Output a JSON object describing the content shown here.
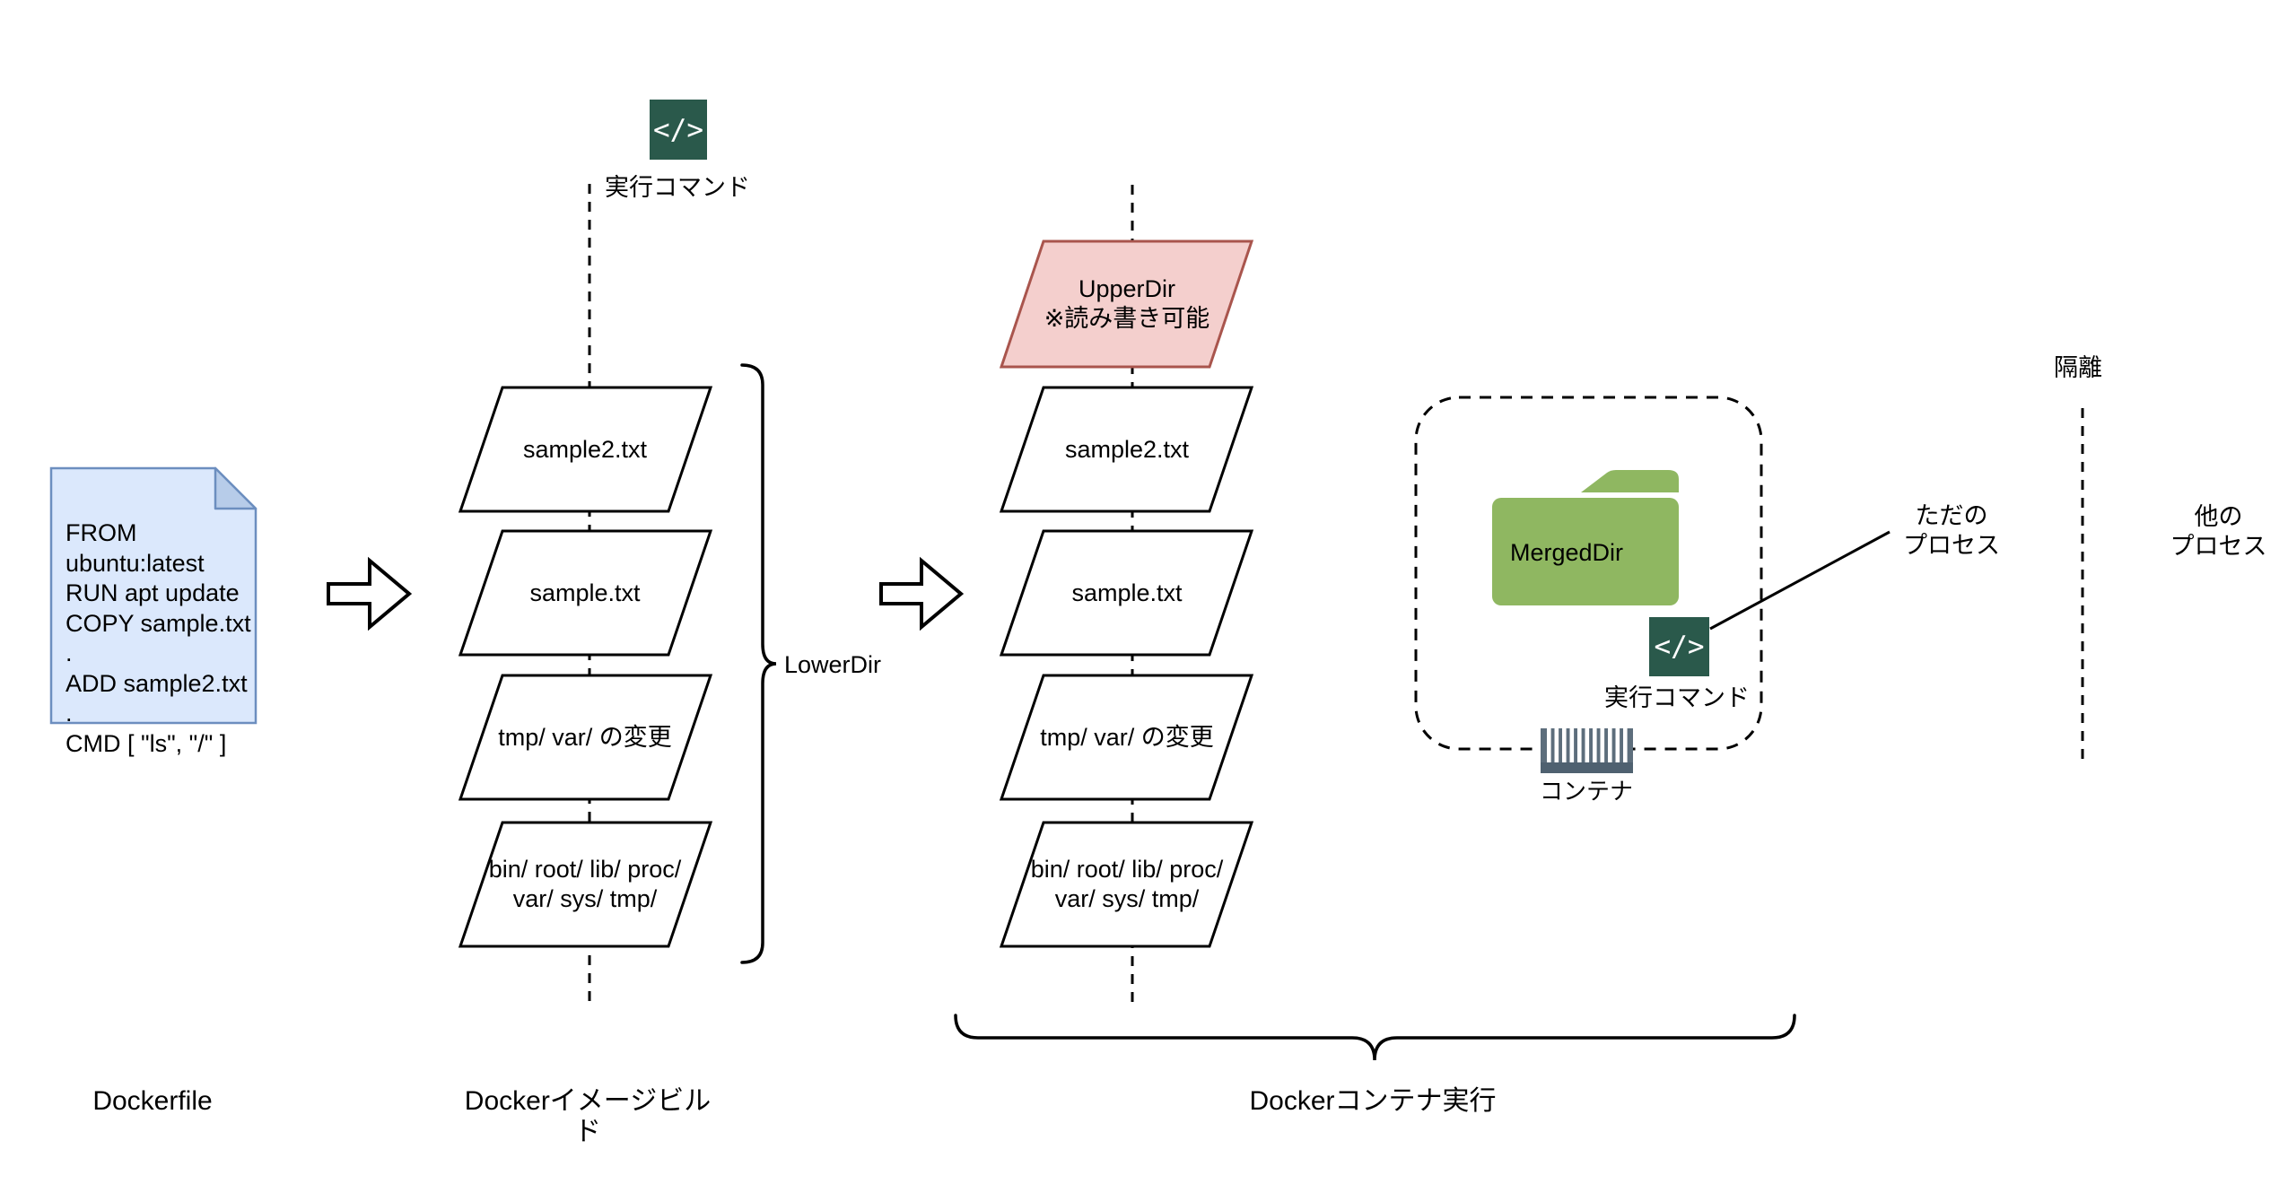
{
  "colors": {
    "dockerfile_fill": "#dbe8fc",
    "dockerfile_border": "#6c8ebf",
    "dockerfile_fold": "#b7cce9",
    "upperdir_fill": "#f4cfcd",
    "upperdir_border": "#a9554d",
    "exec_icon_bg": "#2a594b",
    "folder_green": "#8fb761",
    "container_gray": "#5d6e7c",
    "line_black": "#000000"
  },
  "dockerfile": {
    "code": "FROM ubuntu:latest\nRUN apt update\nCOPY sample.txt .\nADD sample2.txt .\nCMD [ \"ls\", \"/\" ]",
    "caption": "Dockerfile"
  },
  "build_column": {
    "exec_icon_glyph": "</>",
    "exec_label": "実行コマンド",
    "layers": [
      "sample2.txt",
      "sample.txt",
      "tmp/ var/ の変更",
      "bin/ root/ lib/ proc/\nvar/ sys/ tmp/"
    ],
    "brace_label": "LowerDir",
    "caption": "Dockerイメージビルド"
  },
  "run_column": {
    "upperdir_title": "UpperDir\n※読み書き可能",
    "layers": [
      "sample2.txt",
      "sample.txt",
      "tmp/ var/ の変更",
      "bin/ root/ lib/ proc/\nvar/ sys/ tmp/"
    ],
    "caption": "Dockerコンテナ実行"
  },
  "container_box": {
    "merged_dir": "MergedDir",
    "exec_icon_glyph": "</>",
    "exec_label": "実行コマンド",
    "container_label": "コンテナ",
    "process_note": "ただの\nプロセス"
  },
  "isolation": {
    "label": "隔離",
    "other_process": "他の\nプロセス"
  }
}
